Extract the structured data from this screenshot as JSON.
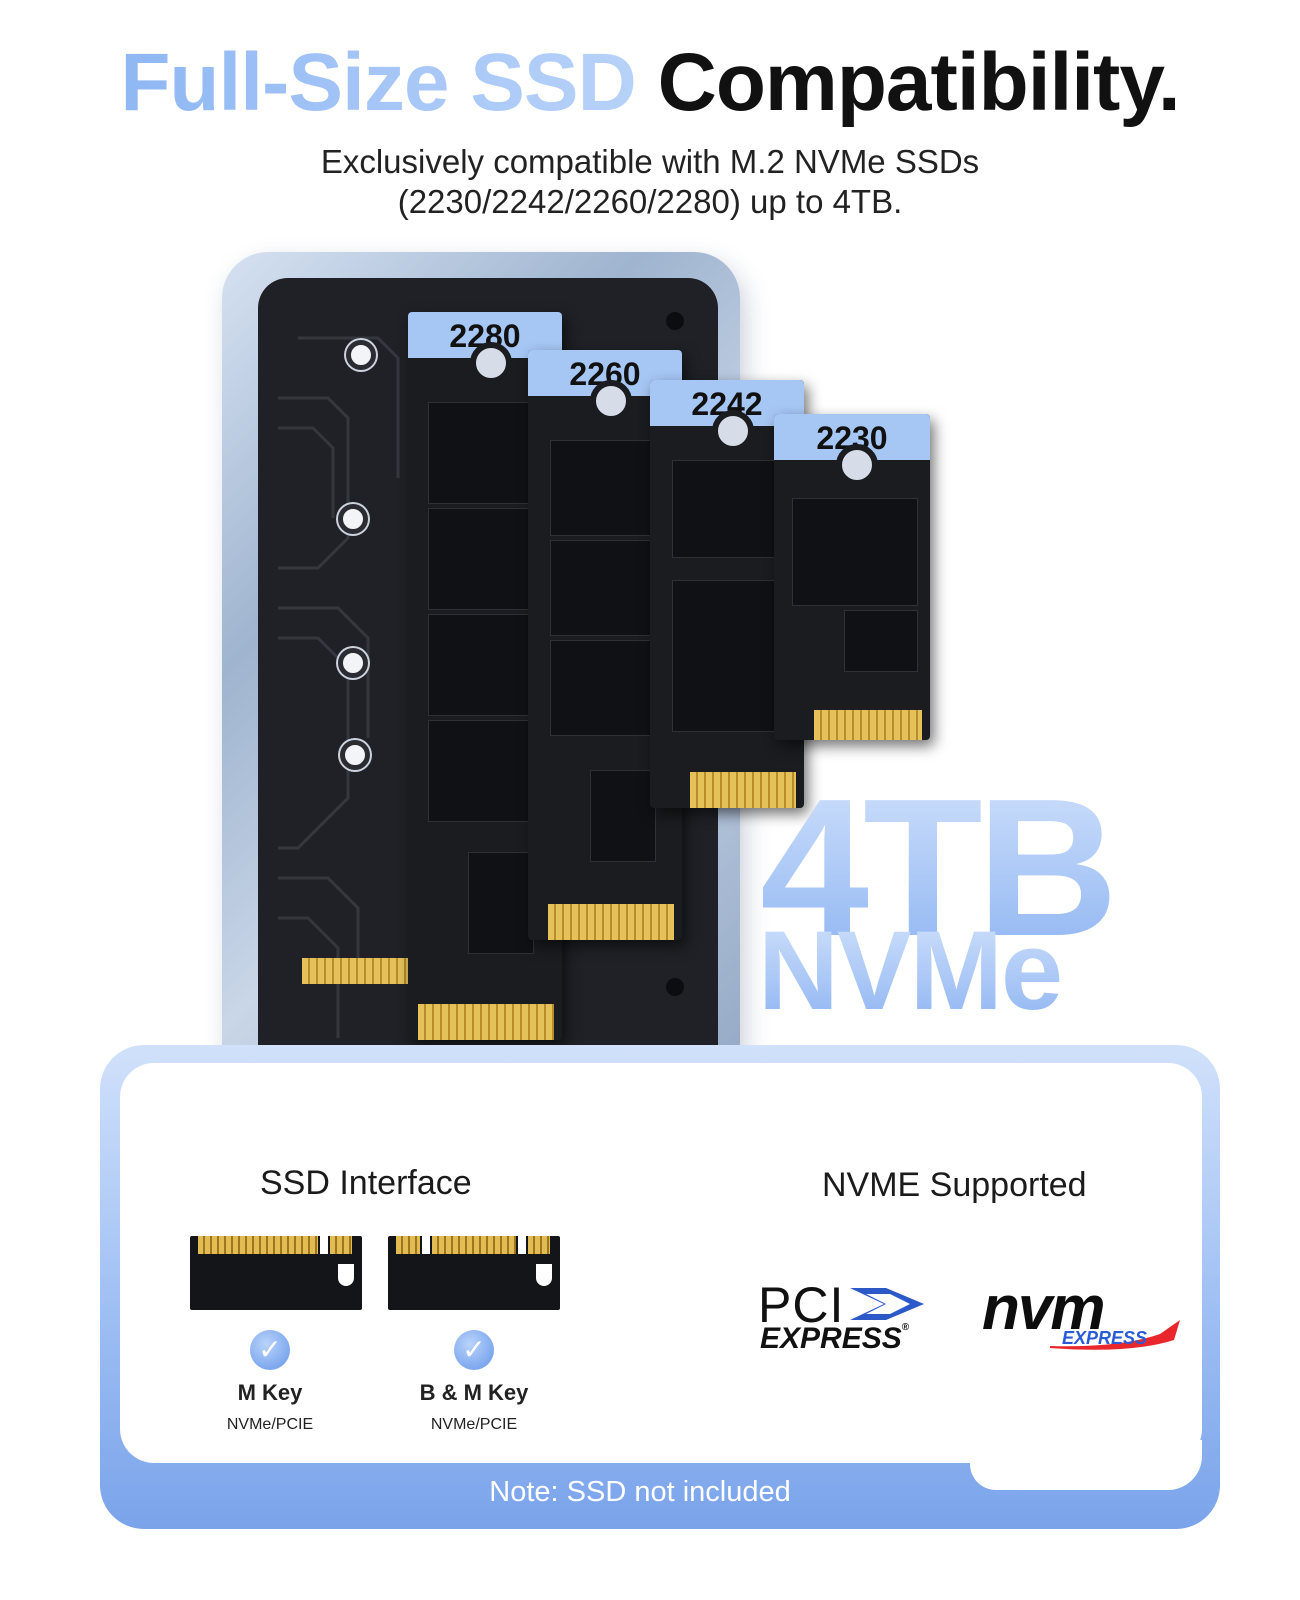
{
  "header": {
    "title_accent": "Full-Size SSD",
    "title_rest": "Compatibility.",
    "subtitle_line1": "Exclusively compatible with M.2 NVMe SSDs",
    "subtitle_line2": "(2230/2242/2260/2280) up to 4TB."
  },
  "ssd_sizes": [
    "2280",
    "2260",
    "2242",
    "2230"
  ],
  "badge": {
    "capacity": "4TB",
    "type": "NVMe"
  },
  "panel": {
    "interface_heading": "SSD Interface",
    "supported_heading": "NVME Supported",
    "keys": [
      {
        "name": "M Key",
        "sub": "NVMe/PCIE"
      },
      {
        "name": "B & M Key",
        "sub": "NVMe/PCIE"
      }
    ],
    "pci_logo": {
      "line1": "PCI",
      "line2": "EXPRESS",
      "mark": "®"
    },
    "nvm_logo": {
      "main": "nvm",
      "sub": "EXPRESS"
    },
    "note": "Note: SSD not included"
  },
  "colors": {
    "accent": "#8fb5f2",
    "panel_bottom": "#7aa3ea",
    "label": "#a6c6f4"
  }
}
